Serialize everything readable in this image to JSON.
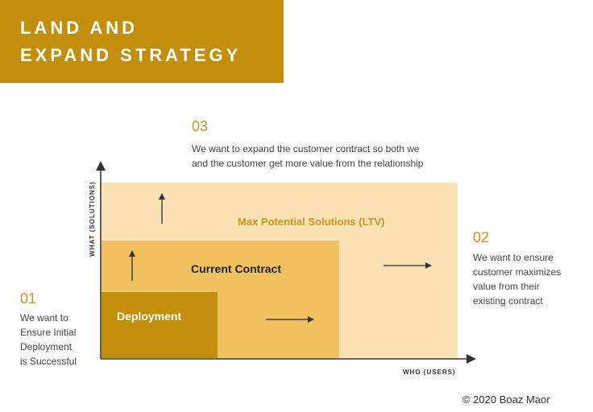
{
  "header": {
    "title_line1": "LAND AND",
    "title_line2": "EXPAND STRATEGY"
  },
  "steps": {
    "step1": {
      "number": "01",
      "lines": [
        "We want to",
        "Ensure Initial",
        "Deployment",
        "is Successful"
      ]
    },
    "step2": {
      "number": "02",
      "lines": [
        "We want to ensure",
        "customer maximizes",
        "value from their",
        "existing contract"
      ]
    },
    "step3": {
      "number": "03",
      "lines": [
        "We want to expand the customer contract so both we",
        "and the customer get more value from the relationship"
      ]
    }
  },
  "diagram": {
    "outer_label": "Max Potential Solutions (LTV)",
    "middle_label": "Current Contract",
    "inner_label": "Deployment",
    "y_axis_label": "WHAT (SOLUTIONS)",
    "x_axis_label": "WHO (USERS)"
  },
  "colors": {
    "accent": "#c48e0d",
    "current_contract": "#f0c15f",
    "max_potential": "#fbe2b5"
  },
  "footer": {
    "copyright": "© 2020 Boaz Maor"
  }
}
